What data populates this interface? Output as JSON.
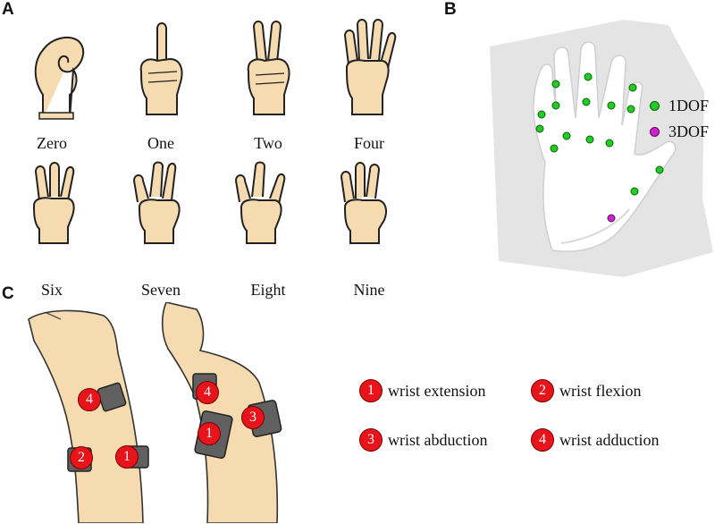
{
  "panels": {
    "a": "A",
    "b": "B",
    "c": "C"
  },
  "gestures": {
    "row1": [
      "Zero",
      "One",
      "Two",
      "Four"
    ],
    "row2": [
      "Six",
      "Seven",
      "Eight",
      "Nine"
    ]
  },
  "hand_model": {
    "legend_1dof": "1DOF",
    "legend_3dof": "3DOF",
    "color_1dof": "#22cc22",
    "color_3dof": "#cc22cc"
  },
  "electrodes": {
    "arm1": [
      "4",
      "2",
      "1"
    ],
    "arm2": [
      "4",
      "1",
      "3"
    ]
  },
  "legend": [
    {
      "num": "1",
      "label": "wrist extension"
    },
    {
      "num": "2",
      "label": "wrist flexion"
    },
    {
      "num": "3",
      "label": "wrist abduction"
    },
    {
      "num": "4",
      "label": "wrist adduction"
    }
  ]
}
